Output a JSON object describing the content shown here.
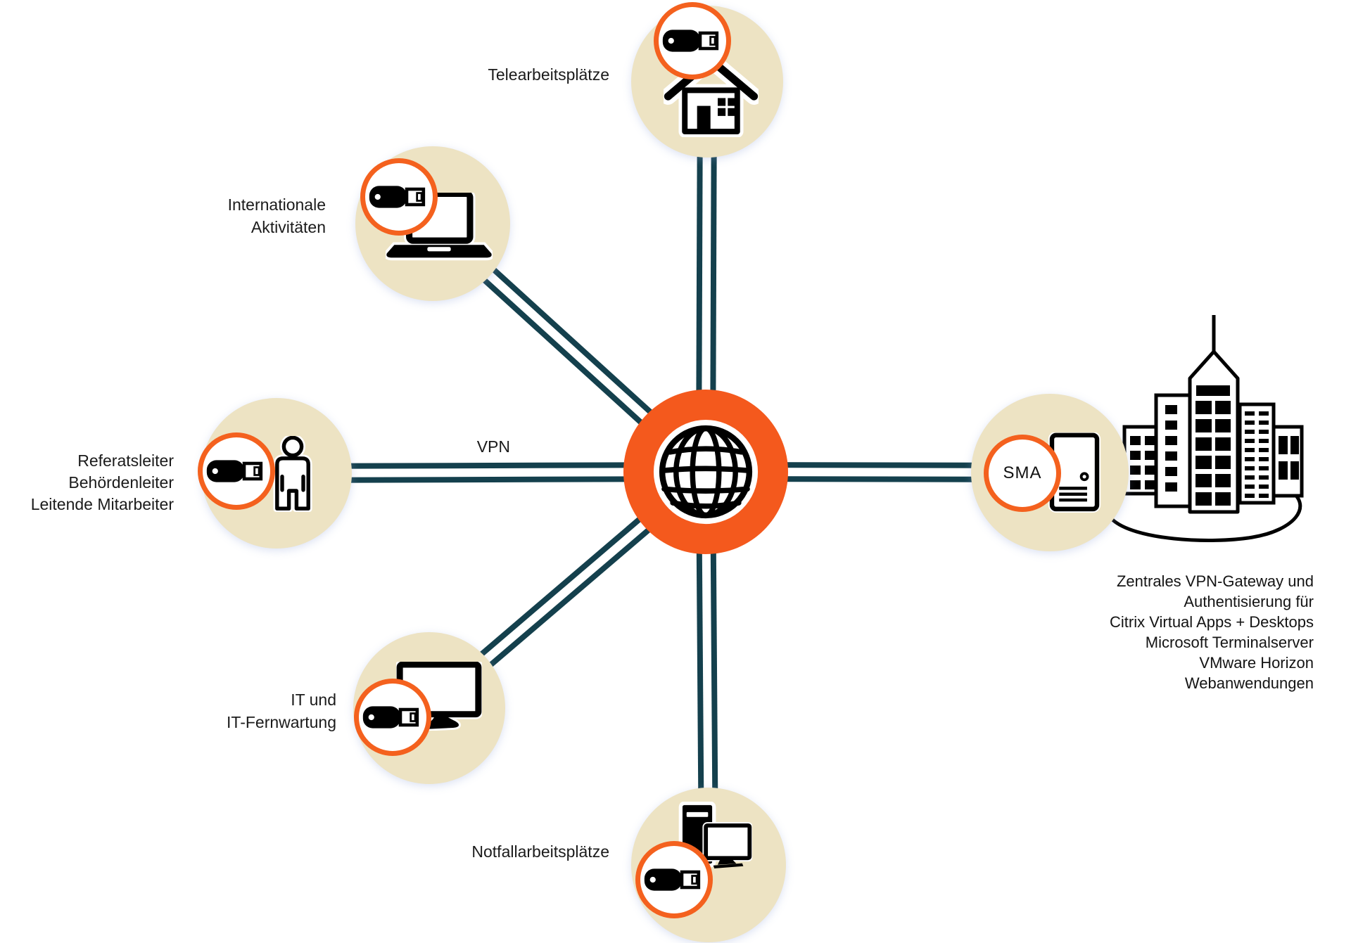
{
  "colors": {
    "hub_orange": "#F4591D",
    "token_ring_orange": "#F4611E",
    "node_beige": "#EDE3C3",
    "line_teal": "#14404D",
    "text_black": "#1B1B1B"
  },
  "hub": {
    "icon": "globe-icon"
  },
  "connection_label": "VPN",
  "nodes": {
    "telework": {
      "icon": "house-icon",
      "label_lines": [
        "Telearbeitsplätze"
      ]
    },
    "international": {
      "icon": "laptop-icon",
      "label_lines": [
        "Internationale",
        "Aktivitäten"
      ]
    },
    "leaders": {
      "icon": "person-icon",
      "label_lines": [
        "Referatsleiter",
        "Behördenleiter",
        "Leitende Mitarbeiter"
      ]
    },
    "it": {
      "icon": "monitor-icon",
      "label_lines": [
        "IT und",
        "IT-Fernwartung"
      ]
    },
    "emergency": {
      "icon": "desktop-pc-icon",
      "label_lines": [
        "Notfallarbeitsplätze"
      ]
    },
    "gateway": {
      "icon": "server-icon",
      "badge": "SMA"
    }
  },
  "gateway_description": {
    "lines": [
      "Zentrales VPN-Gateway und",
      "Authentisierung für",
      "Citrix Virtual Apps + Desktops",
      "Microsoft Terminalserver",
      "VMware Horizon",
      "Webanwendungen"
    ]
  }
}
